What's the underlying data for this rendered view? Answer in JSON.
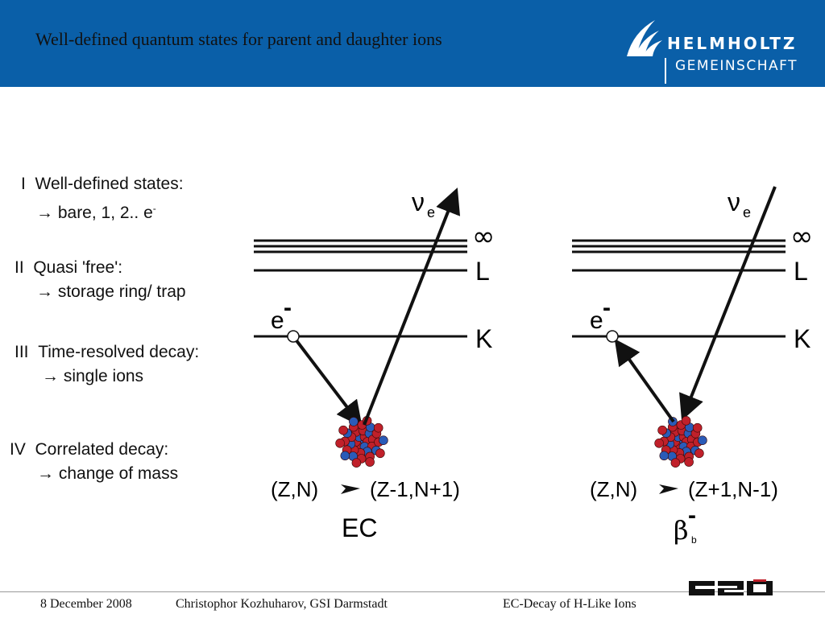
{
  "header": {
    "title": "Well-defined quantum states for parent and daughter ions",
    "logo_line1": "HELMHOLTZ",
    "logo_line2": "GEMEINSCHAFT"
  },
  "items": [
    {
      "numeral": "I",
      "heading": "Well-defined states:",
      "detail": "→ bare, 1, 2.. e",
      "detail_sup": "-"
    },
    {
      "numeral": "II",
      "heading": "Quasi 'free':",
      "detail": "→ storage ring/ trap"
    },
    {
      "numeral": "III",
      "heading": "Time-resolved decay:",
      "detail": "→ single ions"
    },
    {
      "numeral": "IV",
      "heading": "Correlated decay:",
      "detail": "→ change of  mass"
    }
  ],
  "diagram": {
    "levels": {
      "inf": "∞",
      "L": "L",
      "K": "K"
    },
    "left": {
      "neutrino": "ν",
      "neutrino_sub": "e",
      "electron": "e",
      "electron_sup": "-",
      "reaction_from": "(Z,N)",
      "reaction_to": "(Z-1,N+1)",
      "label": "EC"
    },
    "right": {
      "neutrino": "ν",
      "neutrino_sub": "e",
      "electron": "e",
      "electron_sup": "-",
      "reaction_from": "(Z,N)",
      "reaction_to": "(Z+1,N-1)",
      "label": "β",
      "label_sup": "-",
      "label_sub": "b"
    }
  },
  "footer": {
    "date": "8 December 2008",
    "author": "Christophor Kozhuharov, GSI Darmstadt",
    "topic": "EC-Decay of H-Like Ions",
    "gsi_logo": "GSI"
  },
  "colors": {
    "header_bg": "#0a5fa8",
    "proton": "#c0202a",
    "neutron": "#2a5bb8"
  }
}
